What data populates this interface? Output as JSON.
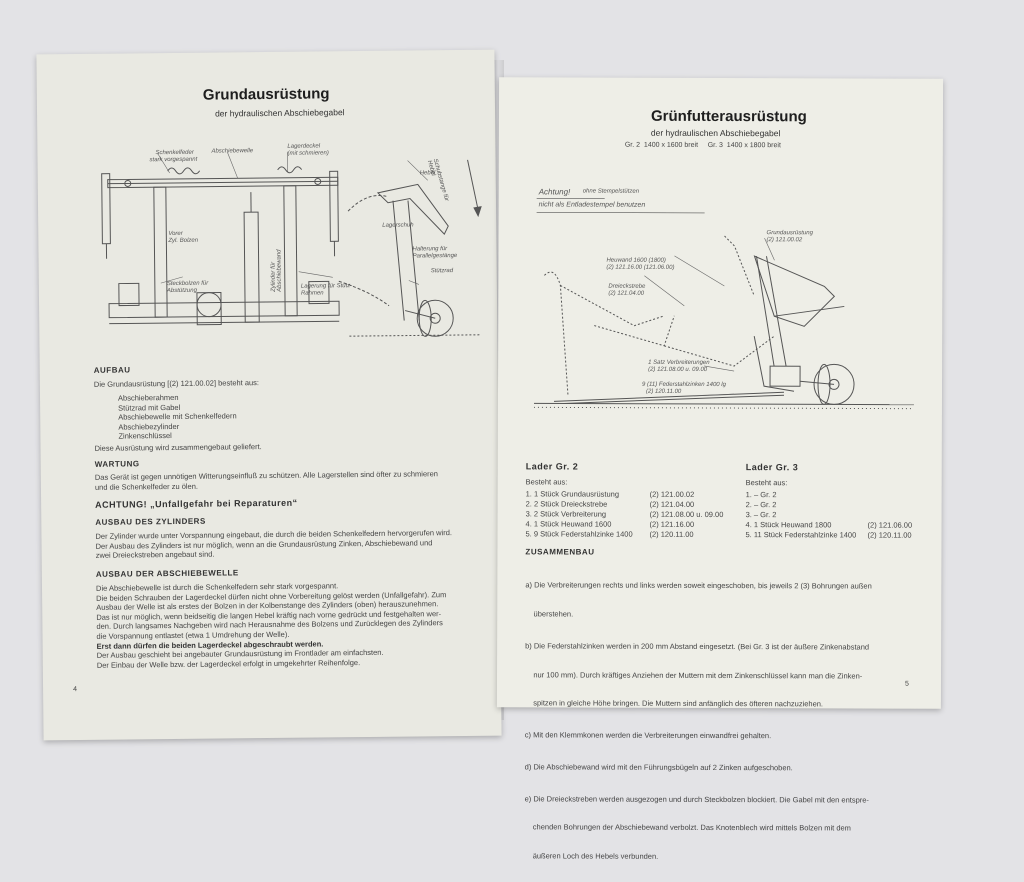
{
  "left_page": {
    "title": "Grundausrüstung",
    "subtitle": "der hydraulischen Abschiebegabel",
    "diagram_labels": {
      "schenkelfeder": "Schenkelfeder",
      "stark_vorgespannt": "stark vorgespannt",
      "abschiebewelle": "Abschiebewelle",
      "lagerdeckel": "Lagerdeckel",
      "mit_schmieren": "(mit schmieren)",
      "hebel": "Hebel",
      "gebogene_rahmen": "Schubstange für Hebel",
      "lagerschuh": "Lagerschuh",
      "haltering": "Halterung für Parallelgestänge",
      "stutzrad": "Stützrad",
      "steckbolzen": "Steckbolzen für Abstützung",
      "vorer": "Vorer",
      "zyl_bolzen": "Zyl. Bolzen",
      "zylinder": "Zylinder für Abschiebewand",
      "lagerung": "Lagerung für Stütz-Rahmen"
    },
    "aufbau": {
      "heading": "AUFBAU",
      "intro": "Die Grundausrüstung [(2) 121.00.02] besteht aus:",
      "items": [
        "Abschieberahmen",
        "Stützrad mit Gabel",
        "Abschiebewelle mit Schenkelfedern",
        "Abschiebezylinder",
        "Zinkenschlüssel"
      ],
      "outro": "Diese Ausrüstung wird zusammengebaut geliefert."
    },
    "wartung": {
      "heading": "WARTUNG",
      "line1": "Das Gerät ist gegen unnötigen Witterungseinfluß zu schützen. Alle Lagerstellen sind öfter zu schmieren",
      "line2": "und die Schenkelfeder zu ölen."
    },
    "achtung": "ACHTUNG! „Unfallgefahr bei Reparaturen“",
    "ausbau_zylinder": {
      "heading": "AUSBAU DES ZYLINDERS",
      "lines": [
        "Der Zylinder wurde unter Vorspannung eingebaut, die durch die beiden Schenkelfedern hervorgerufen wird.",
        "Der Ausbau des Zylinders ist nur möglich, wenn an die Grundausrüstung Zinken, Abschiebewand und",
        "zwei Dreieckstreben angebaut sind."
      ]
    },
    "ausbau_welle": {
      "heading": "AUSBAU DER ABSCHIEBEWELLE",
      "lines": [
        "Die Abschiebewelle ist durch die Schenkelfedern sehr stark vorgespannt.",
        "Die beiden Schrauben der Lagerdeckel dürfen nicht ohne Vorbereitung gelöst werden (Unfallgefahr). Zum",
        "Ausbau der Welle ist als erstes der Bolzen in der Kolbenstange des Zylinders (oben) herauszunehmen.",
        "Das ist nur möglich, wenn beidseitig die langen Hebel kräftig nach vorne gedrückt und festgehalten wer-",
        "den. Durch langsames Nachgeben wird nach Herausnahme des Bolzens und Zurücklegen des Zylinders",
        "die Vorspannung entlastet (etwa 1 Umdrehung der Welle)."
      ],
      "bold1": "Erst dann dürfen die beiden Lagerdeckel abgeschraubt werden.",
      "line_a": "Der Ausbau geschieht bei angebauter Grundausrüstung im Frontlader am einfachsten.",
      "line_b": "Der Einbau der Welle bzw. der Lagerdeckel erfolgt in umgekehrter Reihenfolge."
    },
    "page_number": "4"
  },
  "right_page": {
    "title": "Grünfutterausrüstung",
    "subtitle": "der hydraulischen Abschiebegabel",
    "sizes": "Gr. 2  1400 x 1600 breit     Gr. 3  1400 x 1800 breit",
    "warning_1": "Achtung!",
    "warning_1b": "ohne Stempelstützen",
    "warning_2": "nicht als Entladestempel benutzen",
    "diagram_labels": {
      "grundausruestung": "Grundausrüstung",
      "grund_nr": "(2) 121.00.02",
      "heuwand": "Heuwand 1600 (1800)",
      "heuwand_nr": "(2) 121.16.00 (121.06.00)",
      "dreieckstrebe": "Dreieckstrebe",
      "dreieck_nr": "(2) 121.04.00",
      "verbreiterungen": "1 Satz Verbreiterungen",
      "verbreiterungen_nr": "(2) 121.08.00 u. 09.00",
      "federstahl": "9 (11) Federstahlzinken 1400 lg",
      "federstahl_nr": "(2) 120.11.00"
    },
    "lader2": {
      "heading": "Lader Gr. 2",
      "besteht": "Besteht aus:",
      "rows": [
        [
          "1. 1 Stück Grundausrüstung",
          "(2) 121.00.02"
        ],
        [
          "2. 2 Stück Dreieckstrebe",
          "(2) 121.04.00"
        ],
        [
          "3. 2 Stück Verbreiterung",
          "(2) 121.08.00  u.  09.00"
        ],
        [
          "4. 1 Stück Heuwand 1600",
          "(2) 121.16.00"
        ],
        [
          "5. 9 Stück Federstahlzinke 1400",
          "(2) 120.11.00"
        ]
      ]
    },
    "lader3": {
      "heading": "Lader Gr. 3",
      "besteht": "Besteht aus:",
      "rows": [
        [
          "1.   –  Gr. 2",
          ""
        ],
        [
          "2.   –  Gr. 2",
          ""
        ],
        [
          "3.   –  Gr. 2",
          ""
        ],
        [
          "4.  1 Stück Heuwand 1800",
          "(2) 121.06.00"
        ],
        [
          "5. 11 Stück Federstahlzinke 1400",
          "(2) 120.11.00"
        ]
      ]
    },
    "zusammenbau": {
      "heading": "ZUSAMMENBAU",
      "lines": [
        "a) Die Verbreiterungen rechts und links werden soweit eingeschoben, bis jeweils 2 (3) Bohrungen außen",
        "    überstehen.",
        "b) Die Federstahlzinken werden in 200 mm Abstand eingesetzt. (Bei Gr. 3 ist der äußere Zinkenabstand",
        "    nur 100 mm). Durch kräftiges Anziehen der Muttern mit dem Zinkenschlüssel kann man die Zinken-",
        "    spitzen in gleiche Höhe bringen. Die Muttern sind anfänglich des öfteren nachzuziehen.",
        "c) Mit den Klemmkonen werden die Verbreiterungen einwandfrei gehalten.",
        "d) Die Abschiebewand wird mit den Führungsbügeln auf 2 Zinken aufgeschoben.",
        "e) Die Dreieckstreben werden ausgezogen und durch Steckbolzen blockiert. Die Gabel mit den entspre-",
        "    chenden Bohrungen der Abschiebewand verbolzt. Das Knotenblech wird mittels Bolzen mit dem",
        "    äußeren Loch des Hebels verbunden."
      ]
    },
    "page_number": "5"
  }
}
